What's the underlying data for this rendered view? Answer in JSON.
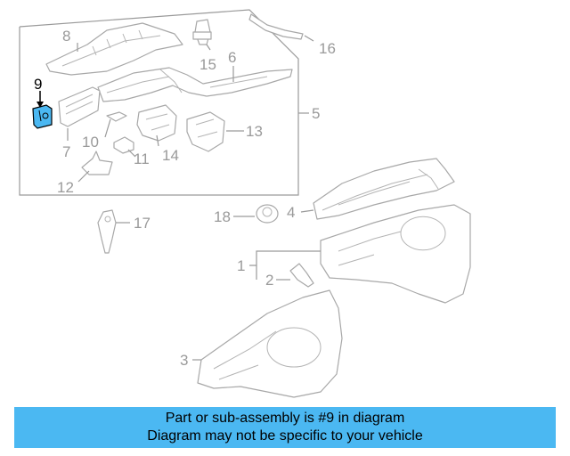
{
  "diagram": {
    "labels": {
      "l1": "1",
      "l2": "2",
      "l3": "3",
      "l4": "4",
      "l5": "5",
      "l6": "6",
      "l7": "7",
      "l8": "8",
      "l9": "9",
      "l10": "10",
      "l11": "11",
      "l12": "12",
      "l13": "13",
      "l14": "14",
      "l15": "15",
      "l16": "16",
      "l17": "17",
      "l18": "18"
    },
    "colors": {
      "highlight_part": "#4bb8f2",
      "line": "#a8a8a8",
      "label": "#9a9a9a"
    }
  },
  "banner": {
    "line1": "Part or sub-assembly is #9 in diagram",
    "line2": "Diagram may not be specific to your vehicle",
    "color": "#4bb8f2"
  }
}
